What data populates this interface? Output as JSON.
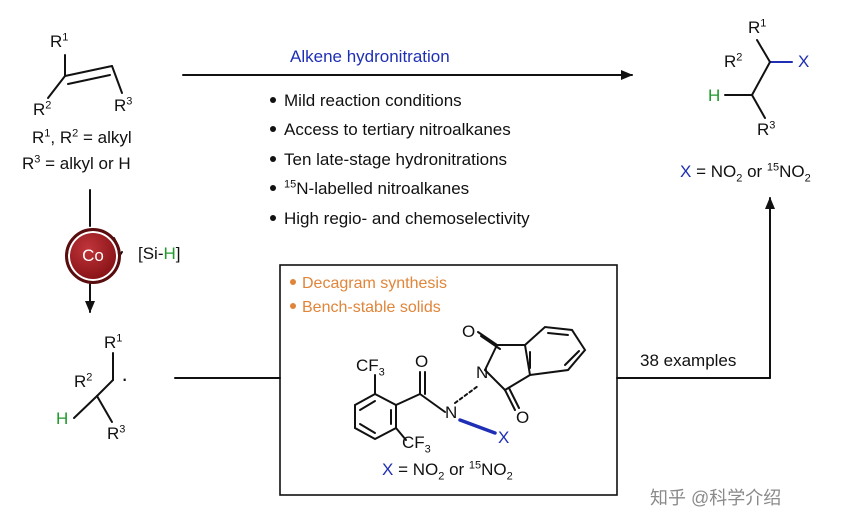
{
  "reaction": {
    "title": "Alkene hydronitration",
    "features": [
      "Mild reaction conditions",
      "Access to tertiary nitroalkanes",
      "Ten late-stage hydronitrations",
      "N-labelled nitroalkanes",
      "High regio- and chemoselectivity"
    ],
    "feature_superscript": "15",
    "examples_label": "38 examples"
  },
  "substrate": {
    "r1": "R",
    "r1_sup": "1",
    "r2": "R",
    "r2_sup": "2",
    "r3": "R",
    "r3_sup": "3",
    "def_line1": "R , R = alkyl",
    "def_line2": "R = alkyl or H"
  },
  "catalyst": {
    "metal": "Co",
    "reagent": "[Si-H]",
    "reagent_h": "H"
  },
  "radical": {
    "r1": "R",
    "r2": "R",
    "r3": "R",
    "h": "H"
  },
  "product": {
    "r1": "R",
    "r2": "R",
    "r3": "R",
    "h": "H",
    "x": "X",
    "x_def_prefix": "X",
    "x_def_rest": "= NO or NO"
  },
  "reagent_box": {
    "notes": [
      "Decagram synthesis",
      "Bench-stable solids"
    ],
    "cf3_top": "CF",
    "cf3_bottom": "CF",
    "o_carbonyl": "O",
    "n_amide": "N",
    "n_imide": "N",
    "o_imide_top": "O",
    "o_imide_bottom": "O",
    "x": "X",
    "x_def_prefix": "X",
    "x_def_rest": "= NO or NO"
  },
  "colors": {
    "blue": "#1f2fb5",
    "green": "#1f9a2b",
    "orange": "#e0853a",
    "cobalt": "#8a1418"
  },
  "watermark": "知乎 @科学介绍"
}
